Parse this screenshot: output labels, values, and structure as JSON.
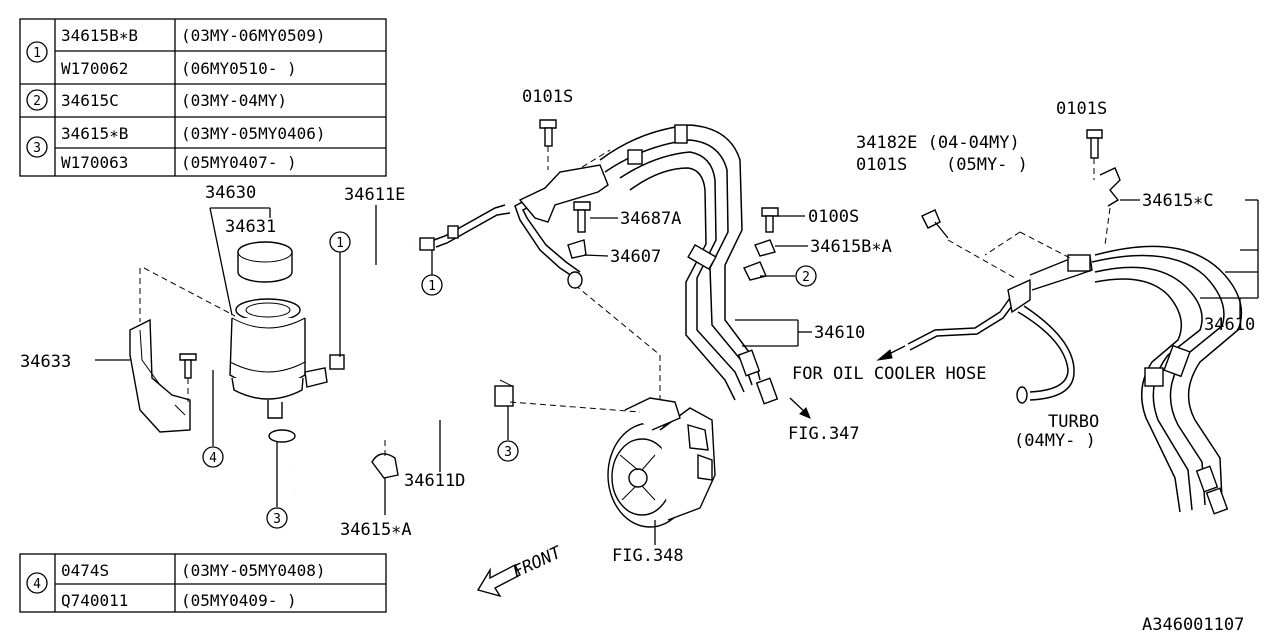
{
  "tables": {
    "t1": {
      "num": "1",
      "rows": [
        {
          "part": "34615B∗B",
          "range": "(03MY-06MY0509)"
        },
        {
          "part": "W170062",
          "range": "(06MY0510-     )"
        }
      ]
    },
    "t2": {
      "num": "2",
      "rows": [
        {
          "part": "34615C",
          "range": "(03MY-04MY)"
        }
      ]
    },
    "t3": {
      "num": "3",
      "rows": [
        {
          "part": "34615∗B",
          "range": "(03MY-05MY0406)"
        },
        {
          "part": "W170063",
          "range": "(05MY0407-     )"
        }
      ]
    },
    "t4": {
      "num": "4",
      "rows": [
        {
          "part": "0474S",
          "range": "(03MY-05MY0408)"
        },
        {
          "part": "Q740011",
          "range": "(05MY0409-     )"
        }
      ]
    }
  },
  "labels": {
    "p34630": "34630",
    "p34631": "34631",
    "p34611E": "34611E",
    "p34633": "34633",
    "p34611D": "34611D",
    "p34615A": "34615∗A",
    "p0101S_mid": "0101S",
    "p34687A": "34687A",
    "p34607": "34607",
    "p0100S": "0100S",
    "p34615BA": "34615B∗A",
    "p34610_mid": "34610",
    "fig347": "FIG.347",
    "fig348": "FIG.348",
    "front": "FRONT",
    "p34182E": "34182E (04-04MY)",
    "p0101S_r1": "0101S",
    "p0101S_r2": "0101S",
    "p05MY": "(05MY-    )",
    "p34615C": "34615∗C",
    "p34610_right": "34610",
    "oil_cooler": "FOR OIL COOLER HOSE",
    "turbo": "TURBO",
    "turbo_range": "(04MY-      )",
    "diagram_id": "A346001107"
  },
  "callouts": {
    "c1": "1",
    "c2": "2",
    "c3": "3",
    "c4": "4"
  }
}
